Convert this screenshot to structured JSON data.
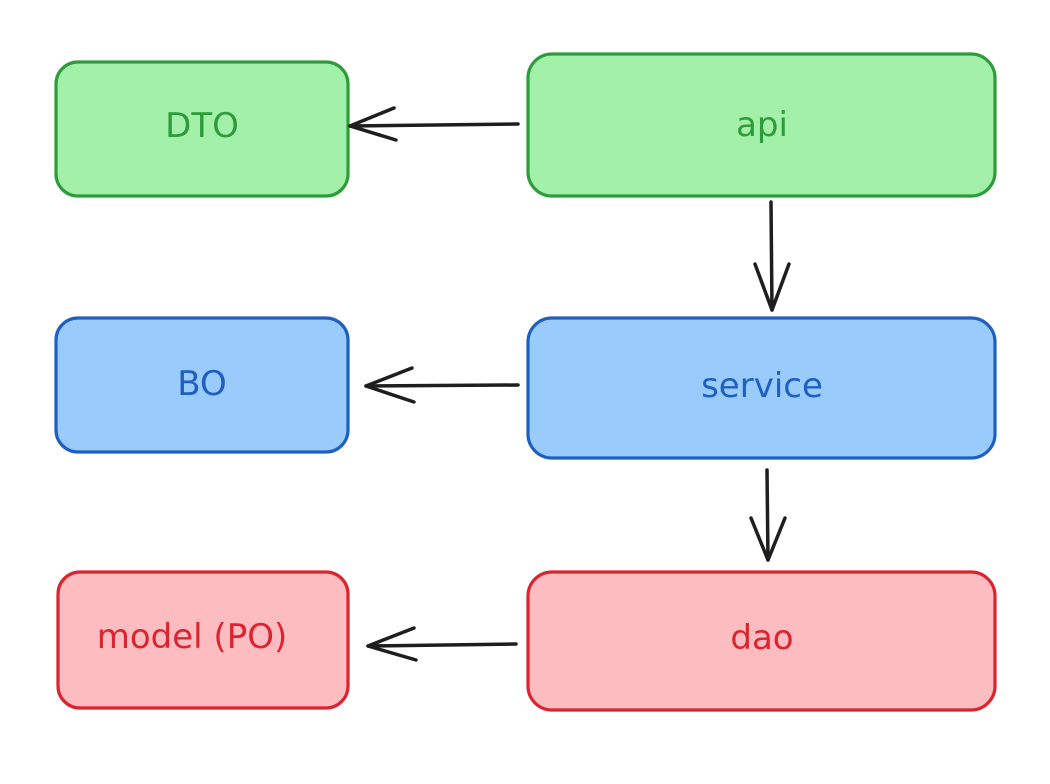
{
  "nodes": {
    "dto": {
      "label": "DTO",
      "fill": "#a3f0a8",
      "stroke": "#2f9c3c",
      "text": "#2f9c3c"
    },
    "api": {
      "label": "api",
      "fill": "#a3f0a8",
      "stroke": "#2f9c3c",
      "text": "#2f9c3c"
    },
    "bo": {
      "label": "BO",
      "fill": "#99cbfc",
      "stroke": "#1f5fbf",
      "text": "#1f5fbf"
    },
    "service": {
      "label": "service",
      "fill": "#99cbfc",
      "stroke": "#1f5fbf",
      "text": "#1f5fbf"
    },
    "model": {
      "label": "model (PO)",
      "fill": "#fdbcc0",
      "stroke": "#dc2330",
      "text": "#dc2330"
    },
    "dao": {
      "label": "dao",
      "fill": "#fdbcc0",
      "stroke": "#dc2330",
      "text": "#dc2330"
    }
  },
  "edges": [
    {
      "from": "api",
      "to": "dto"
    },
    {
      "from": "api",
      "to": "service"
    },
    {
      "from": "service",
      "to": "bo"
    },
    {
      "from": "service",
      "to": "dao"
    },
    {
      "from": "dao",
      "to": "model"
    }
  ]
}
